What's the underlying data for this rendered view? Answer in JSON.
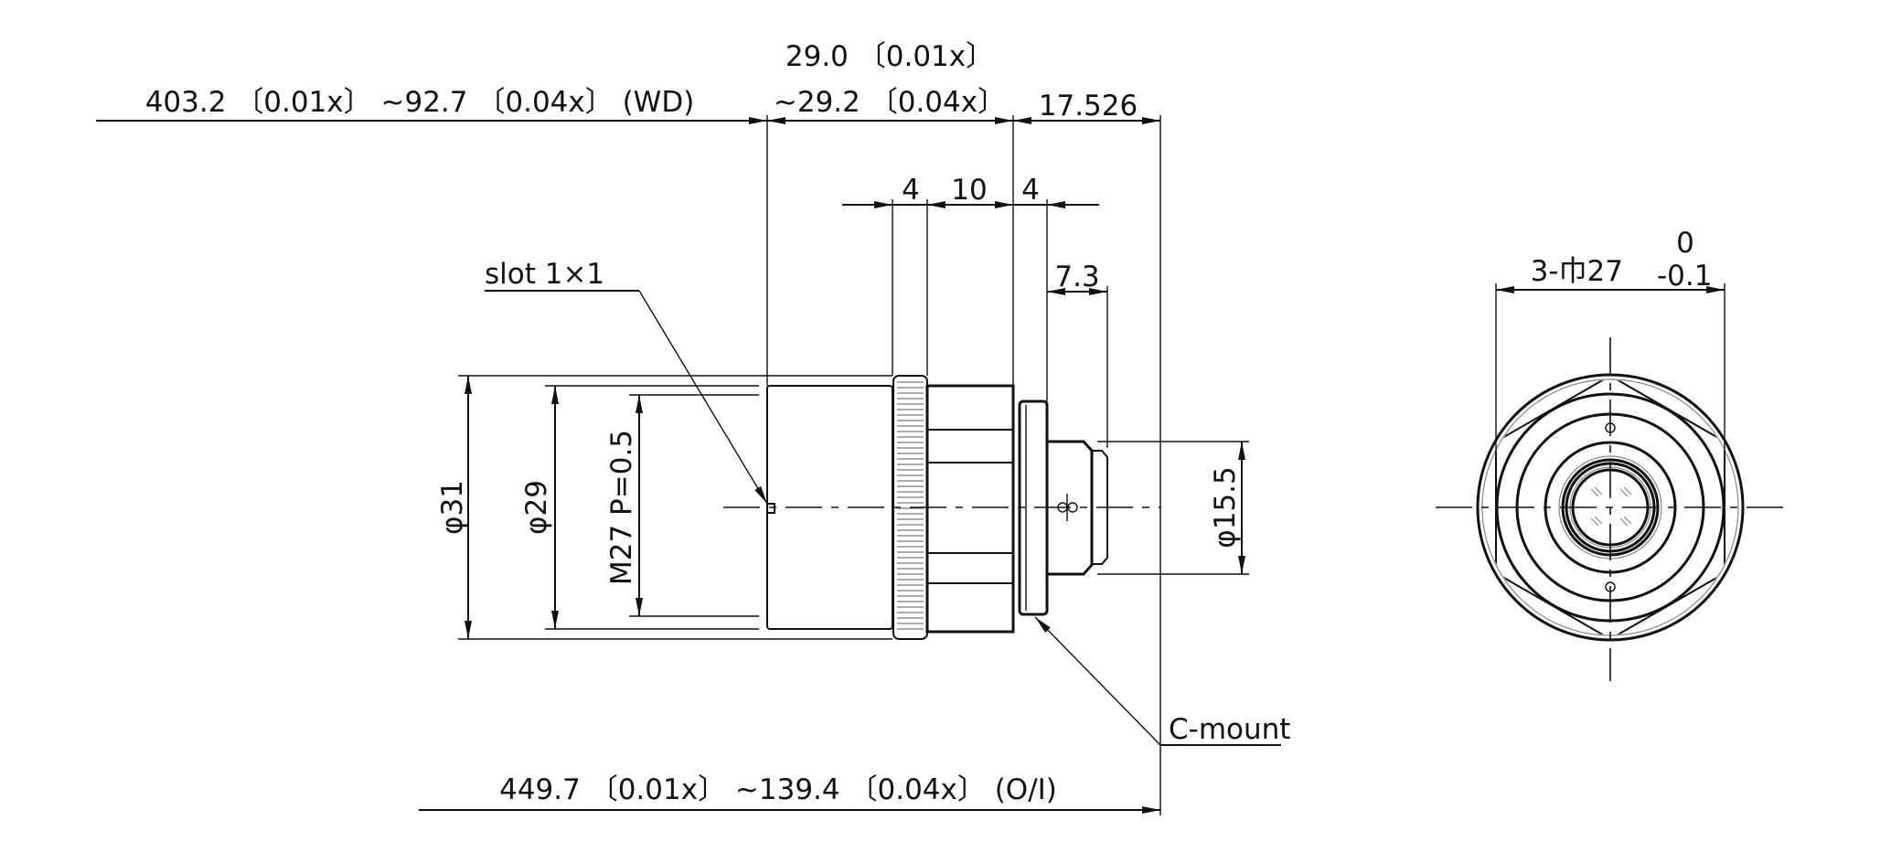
{
  "drawing": {
    "side_view": {
      "wd_dimension": "403.2 〔0.01x〕 ~92.7 〔0.04x〕 (WD)",
      "length_min": "29.0 〔0.01x〕",
      "length_max": "~29.2 〔0.04x〕",
      "flange_back": "17.526",
      "seg_1": "4",
      "seg_2": "10",
      "seg_3": "4",
      "rear_length": "7.3",
      "slot_label": "slot 1×1",
      "dia_outer": "φ31",
      "dia_body": "φ29",
      "thread": "M27 P=0.5",
      "dia_rear": "φ15.5",
      "mount_label": "C-mount",
      "oi_dimension": "449.7 〔0.01x〕 ~139.4 〔0.04x〕 (O/I)"
    },
    "end_view": {
      "hex_dimension": "3-巾27",
      "tol_upper": "0",
      "tol_lower": "-0.1"
    }
  }
}
